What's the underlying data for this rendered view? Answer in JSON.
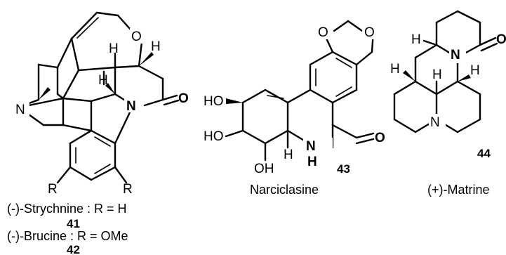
{
  "compounds": [
    {
      "caption": "(-)-Strychnine : R = H",
      "number": "41",
      "atoms": {
        "n_amine": "N",
        "n_amide": "N",
        "o_ether": "O",
        "o_carbonyl": "O",
        "h1": "H",
        "h2": "H",
        "h3": "H",
        "r1": "R",
        "r2": "R"
      }
    },
    {
      "caption": "(-)-Brucine : R = OMe",
      "number": "42"
    },
    {
      "caption": "Narciclasine",
      "number": "43",
      "atoms": {
        "ho1": "HO",
        "ho2": "HO",
        "oh": "OH",
        "h": "H",
        "nh_n": "N",
        "nh_h": "H",
        "o_carbonyl": "O",
        "o_dioxole1": "O",
        "o_dioxole2": "O"
      }
    },
    {
      "caption": "(+)-Matrine",
      "number": "44",
      "atoms": {
        "n_lactam": "N",
        "n_amine": "N",
        "o_carbonyl": "O",
        "h1": "H",
        "h2": "H",
        "h3": "H",
        "h4": "H"
      }
    }
  ]
}
